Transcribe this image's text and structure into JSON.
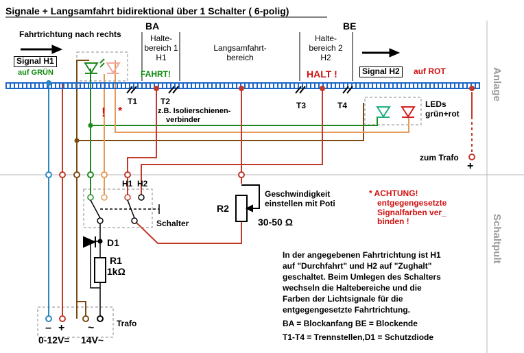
{
  "title": "Signale + Langsamfahrt bidirektional über 1 Schalter ( 6-polig)",
  "top": {
    "ba": "BA",
    "be": "BE",
    "direction": "Fahrtrichtung nach rechts",
    "signal_h1": "Signal H1",
    "auf_gruen": "auf GRÜN",
    "signal_h2": "Signal  H2",
    "auf_rot": "auf ROT"
  },
  "areas": {
    "halte1": [
      "Halte-",
      "bereich 1",
      "H1"
    ],
    "fahrt": "FAHRT!",
    "langsam": [
      "Langsamfahrt-",
      "bereich"
    ],
    "halte2": [
      "Halte-",
      "bereich 2",
      "H2"
    ],
    "halt": "HALT !"
  },
  "track_labels": {
    "t1": "T1",
    "t2": "T2",
    "t3": "T3",
    "t4": "T4",
    "isolier": [
      "z.B. Isolierschienen-",
      "verbinder"
    ],
    "excl": "!",
    "star": "*",
    "leds": [
      "LEDs",
      "grün+rot"
    ],
    "zum_trafo": "zum Trafo",
    "plus": "+"
  },
  "side_labels": {
    "anlage": "Anlage",
    "schaltpult": "Schaltpult"
  },
  "components": {
    "h1": "H1",
    "h2": "H2",
    "schalter": "Schalter",
    "r2": "R2",
    "poti": [
      "Geschwindigkeit",
      "einstellen mit Poti"
    ],
    "ohm": "30-50 Ω",
    "d1": "D1",
    "r1": "R1",
    "r1_val": "1kΩ",
    "trafo": "Trafo",
    "minus": "–",
    "plus": "+",
    "dc": "0-12V=",
    "ac_sym": "~",
    "ac": "14V~"
  },
  "notes": {
    "achtung": [
      "*  ACHTUNG!",
      "entgegengesetzte",
      "Signalfarben ver_",
      "binden !"
    ],
    "desc": [
      "In der angegebenen Fahrtrichtung ist H1",
      "auf \"Durchfahrt\"  und H2 auf \"Zughalt\"",
      "geschaltet. Beim Umlegen des Schalters",
      "wechseln die Haltebereiche und die",
      "Farben der Lichtsignale für die",
      "entgegengesetzte Fahrtrichtung."
    ],
    "legend1": "BA = Blockanfang   BE = Blockende",
    "legend2": "T1-T4 = Trennstellen,D1 = Schutzdiode"
  },
  "colors": {
    "wire_red": "#c0392b",
    "wire_blue": "#2e86c1",
    "wire_green": "#1e8a1e",
    "wire_brown": "#7b4a12",
    "wire_orange": "#e69a5a",
    "track_blue": "#1a66c8",
    "led_green": "#20b080",
    "led_red": "#d42020",
    "divider_gray": "#b8b8b8"
  }
}
